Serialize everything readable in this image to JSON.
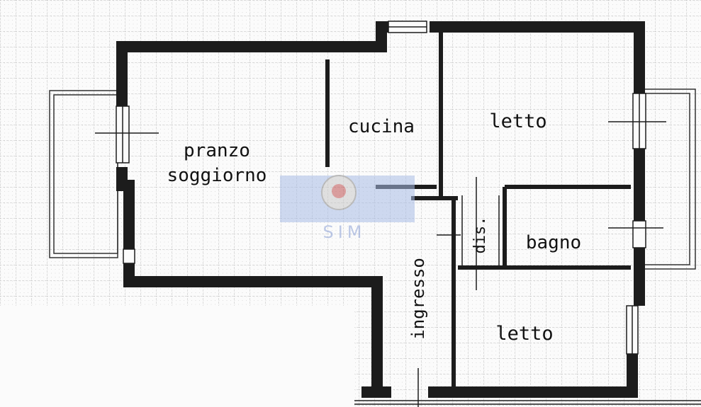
{
  "rooms": {
    "living": {
      "line1": "pranzo",
      "line2": "soggiorno"
    },
    "kitchen": "cucina",
    "bedroom_top": "letto",
    "bathroom": "bagno",
    "hallway": "dis.",
    "entrance": "ingresso",
    "bedroom_bottom": "letto"
  },
  "watermark": {
    "text": "SIM"
  },
  "colors": {
    "wall": "#1c1c1c",
    "grid": "#bdbdbd",
    "watermark": "#6f8fd0",
    "background": "#fbfbfb"
  }
}
